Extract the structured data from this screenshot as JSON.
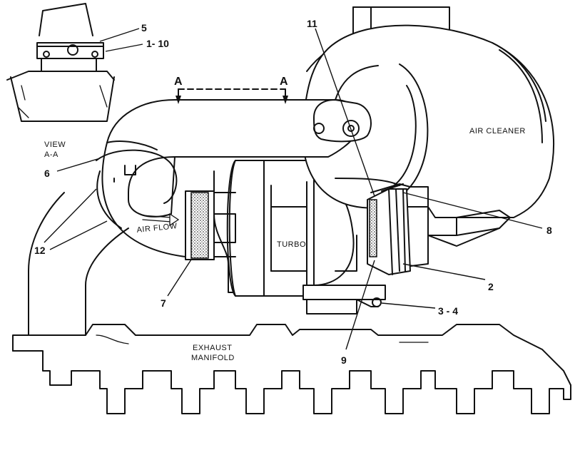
{
  "captions": {
    "view_line1": "VIEW",
    "view_line2": "A-A",
    "air_cleaner": "AIR CLEANER",
    "air_flow": "AIR FLOW",
    "turbo": "TURBO",
    "exhaust_line1": "EXHAUST",
    "exhaust_line2": "MANIFOLD"
  },
  "section_marks": [
    "A",
    "A"
  ],
  "callouts": [
    {
      "id": "c5",
      "label": "5"
    },
    {
      "id": "c1-10",
      "label": "1- 10"
    },
    {
      "id": "c11",
      "label": "11"
    },
    {
      "id": "c6",
      "label": "6"
    },
    {
      "id": "c12",
      "label": "12"
    },
    {
      "id": "c7",
      "label": "7"
    },
    {
      "id": "c8",
      "label": "8"
    },
    {
      "id": "c2",
      "label": "2"
    },
    {
      "id": "c3-4",
      "label": "3 - 4"
    },
    {
      "id": "c9",
      "label": "9"
    }
  ]
}
